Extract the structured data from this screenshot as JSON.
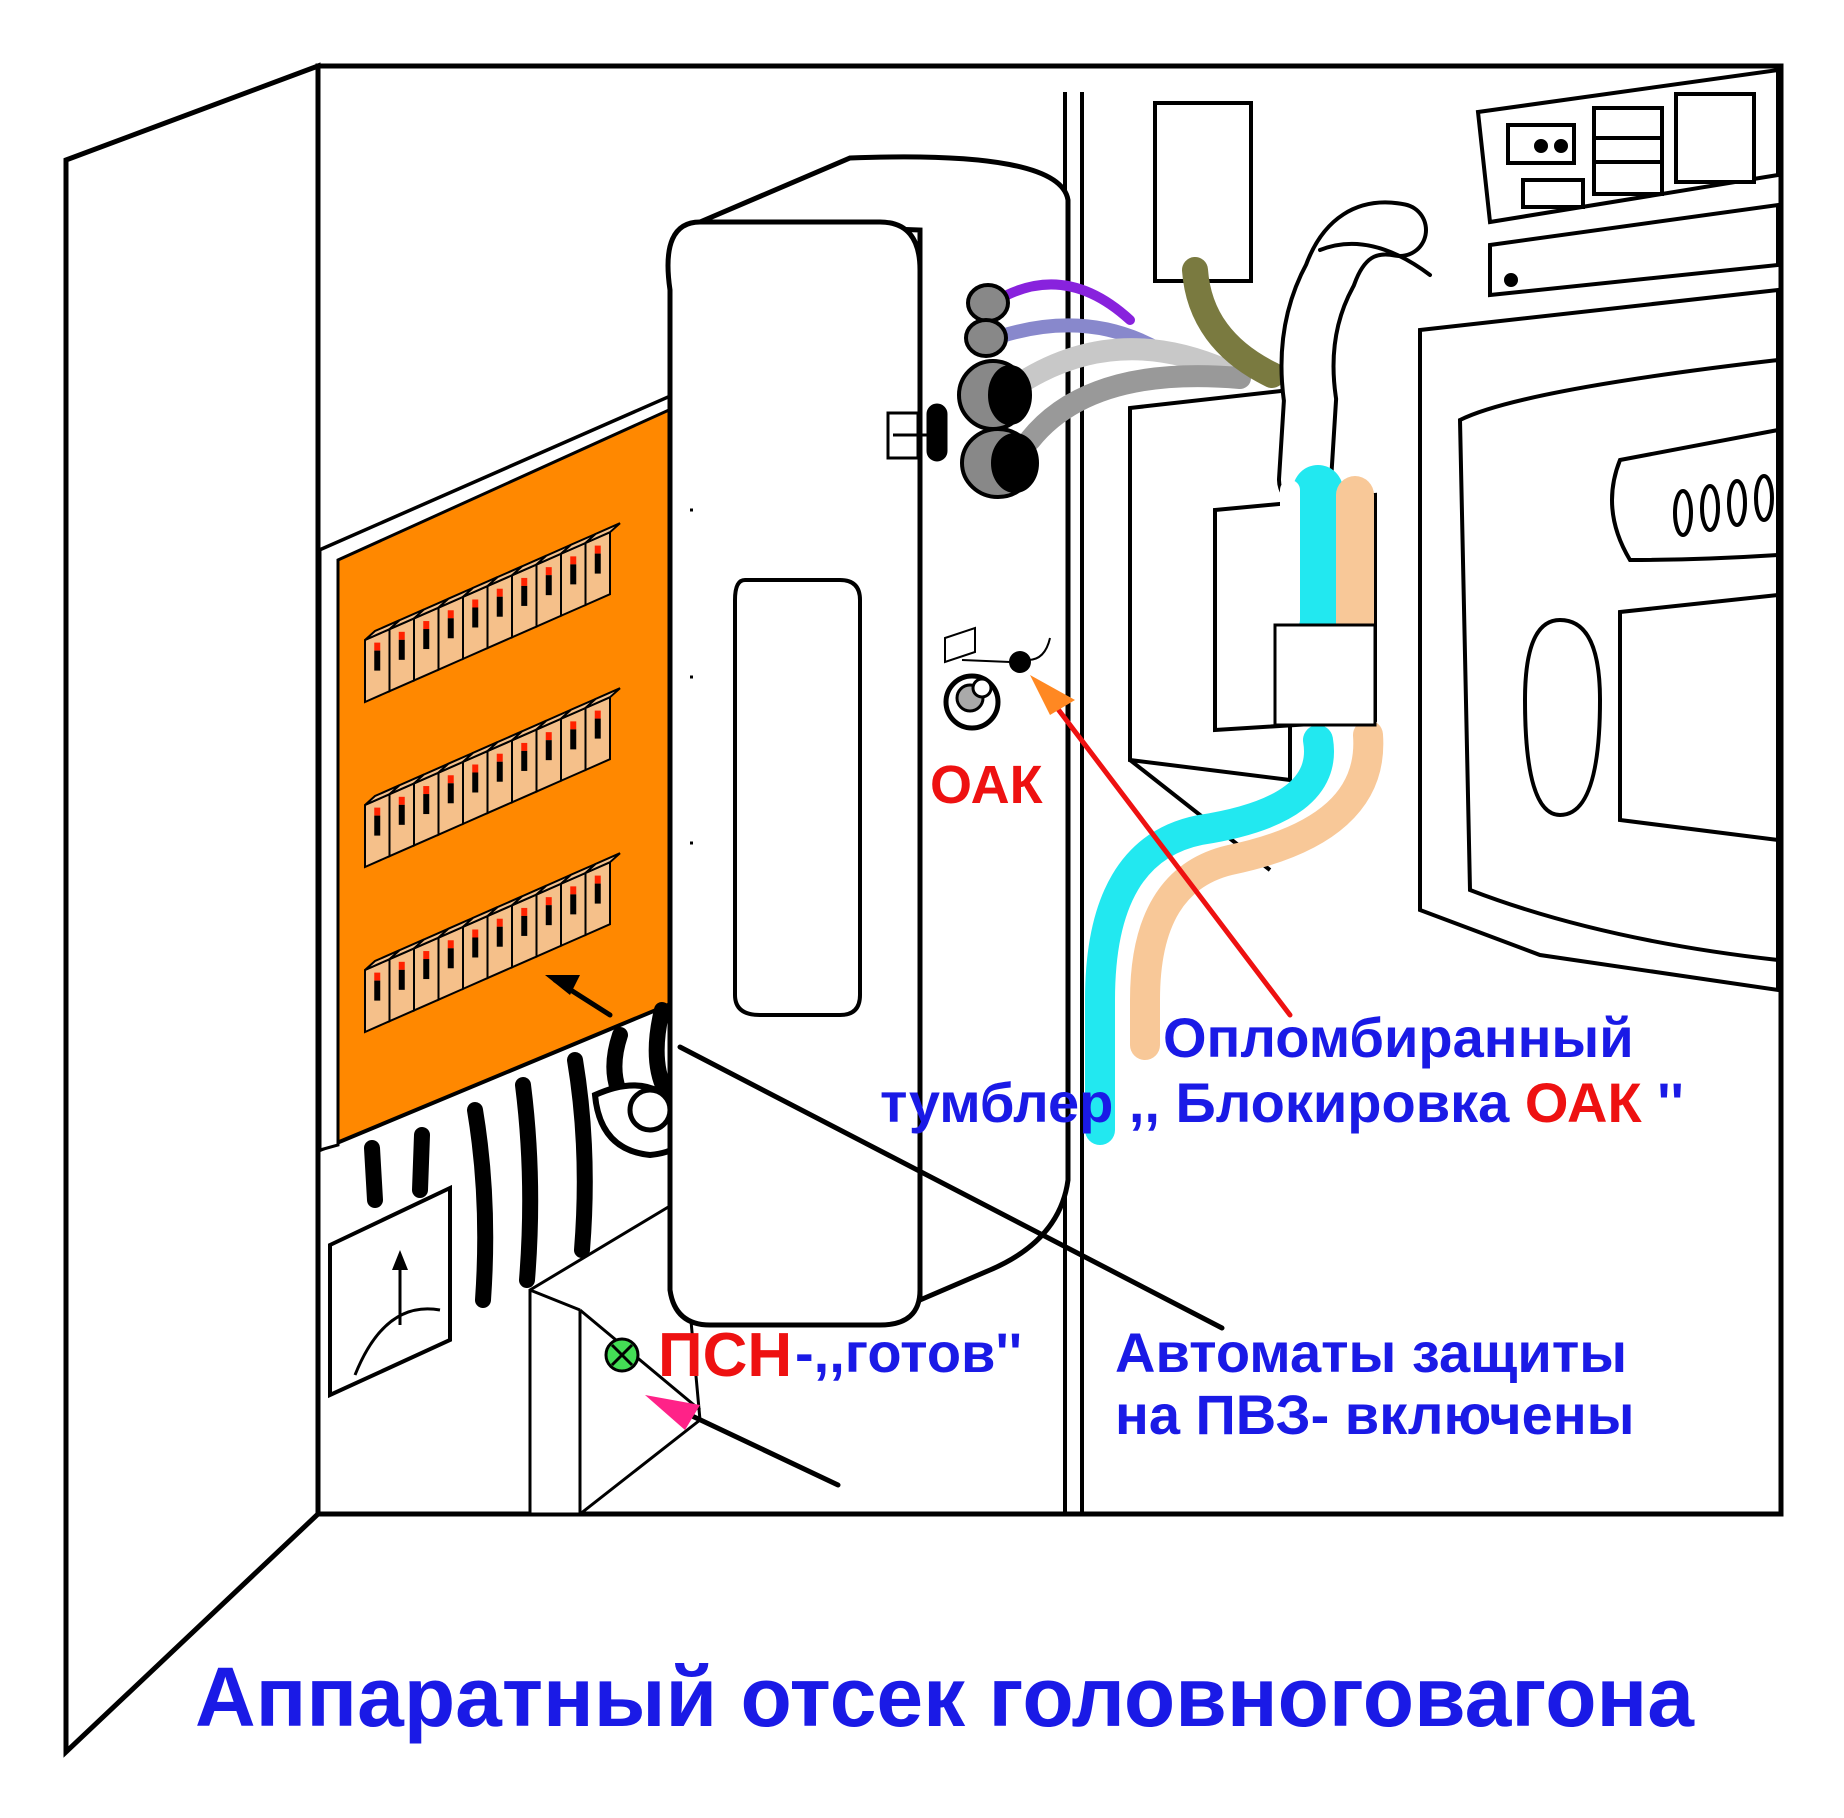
{
  "labels": {
    "oak": "ОАК",
    "sealed_toggle_line1": "Опломбиранный",
    "sealed_toggle_line2_prefix": "тумблер ,, Блокировка ",
    "sealed_toggle_line2_red": "ОАК",
    "sealed_toggle_line2_suffix": " ''",
    "psn": "ПСН",
    "psn_status": "-,,готов''",
    "breakers_line1": "Автоматы защиты",
    "breakers_line2": "на ПВЗ- включены",
    "title": "Аппаратный отсек головноговагона"
  },
  "colors": {
    "breaker_panel": "#ff8800",
    "breaker": "#f5c08a",
    "breaker_indicator": "#ff2200",
    "label_blue": "#1a1ae6",
    "label_red": "#ee1111",
    "cable_cyan": "#22e8f0",
    "cable_peach": "#f8c898",
    "cable_olive": "#7a7a40",
    "cable_purple": "#8822dd",
    "cable_lavender": "#8888cc",
    "arrow_orange": "#ff8822",
    "arrow_pink": "#ff2288",
    "indicator_green": "#44dd55"
  }
}
